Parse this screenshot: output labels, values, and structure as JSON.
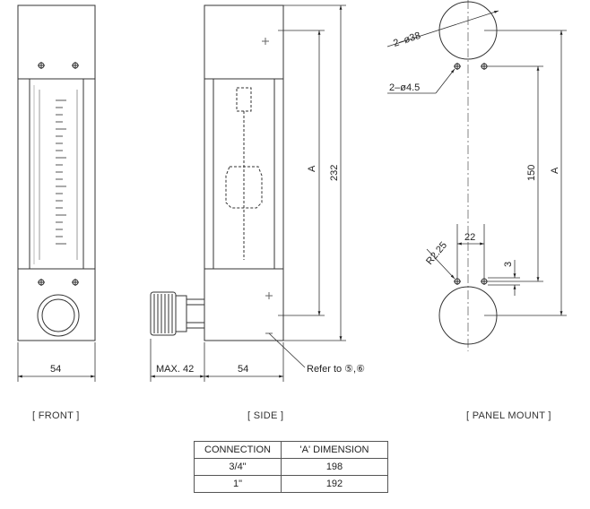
{
  "views": {
    "front": {
      "caption": "[ FRONT ]",
      "width_dim": "54"
    },
    "side": {
      "caption": "[ SIDE ]",
      "max_dim": "MAX. 42",
      "width_dim": "54",
      "a_dim": "A",
      "height_dim": "232",
      "refer_note": "Refer to ⑤,⑥"
    },
    "panel": {
      "caption": "[ PANEL MOUNT ]",
      "big_holes": "2–ø38",
      "small_holes": "2–ø4.5",
      "spacing_dim": "150",
      "a_dim": "A",
      "width_dim": "22",
      "radius_dim": "R2.25",
      "offset_dim": "3"
    }
  },
  "table": {
    "headers": [
      "CONNECTION",
      "'A' DIMENSION"
    ],
    "rows": [
      [
        "3/4\"",
        "198"
      ],
      [
        "1\"",
        "192"
      ]
    ]
  }
}
